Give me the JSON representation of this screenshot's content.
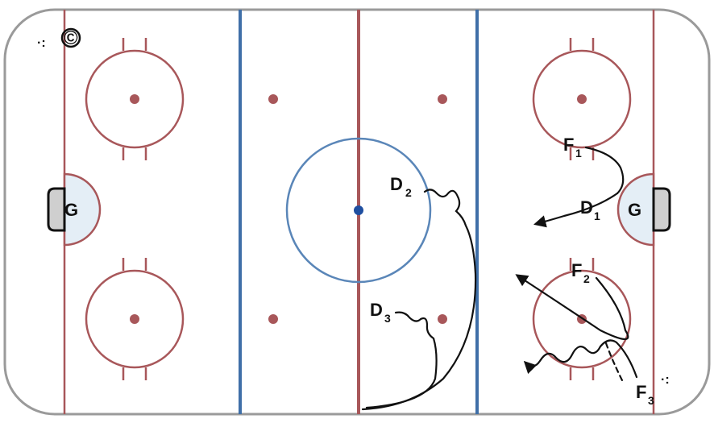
{
  "colors": {
    "board": "#9a9a9a",
    "goal_line": "#a8575a",
    "center_line": "#a8575a",
    "blue_line": "#3f6fa8",
    "center_circle": "#5a86b8",
    "center_dot": "#1f4fa0",
    "faceoff": "#a8575a",
    "crease_fill": "#e4eef6",
    "net_fill": "#cfcfcf",
    "ink": "#111111"
  },
  "copyright_symbol": "©",
  "markers": {
    "left_goalie": "G",
    "right_goalie": "G",
    "ice_dots_left": "·:",
    "ice_dots_right": "·:"
  },
  "players": [
    {
      "id": "F1",
      "letter": "F",
      "number": "1"
    },
    {
      "id": "D2",
      "letter": "D",
      "number": "2"
    },
    {
      "id": "D1",
      "letter": "D",
      "number": "1"
    },
    {
      "id": "F2",
      "letter": "F",
      "number": "2"
    },
    {
      "id": "D3",
      "letter": "D",
      "number": "3"
    },
    {
      "id": "F3",
      "letter": "F",
      "number": "3"
    }
  ]
}
